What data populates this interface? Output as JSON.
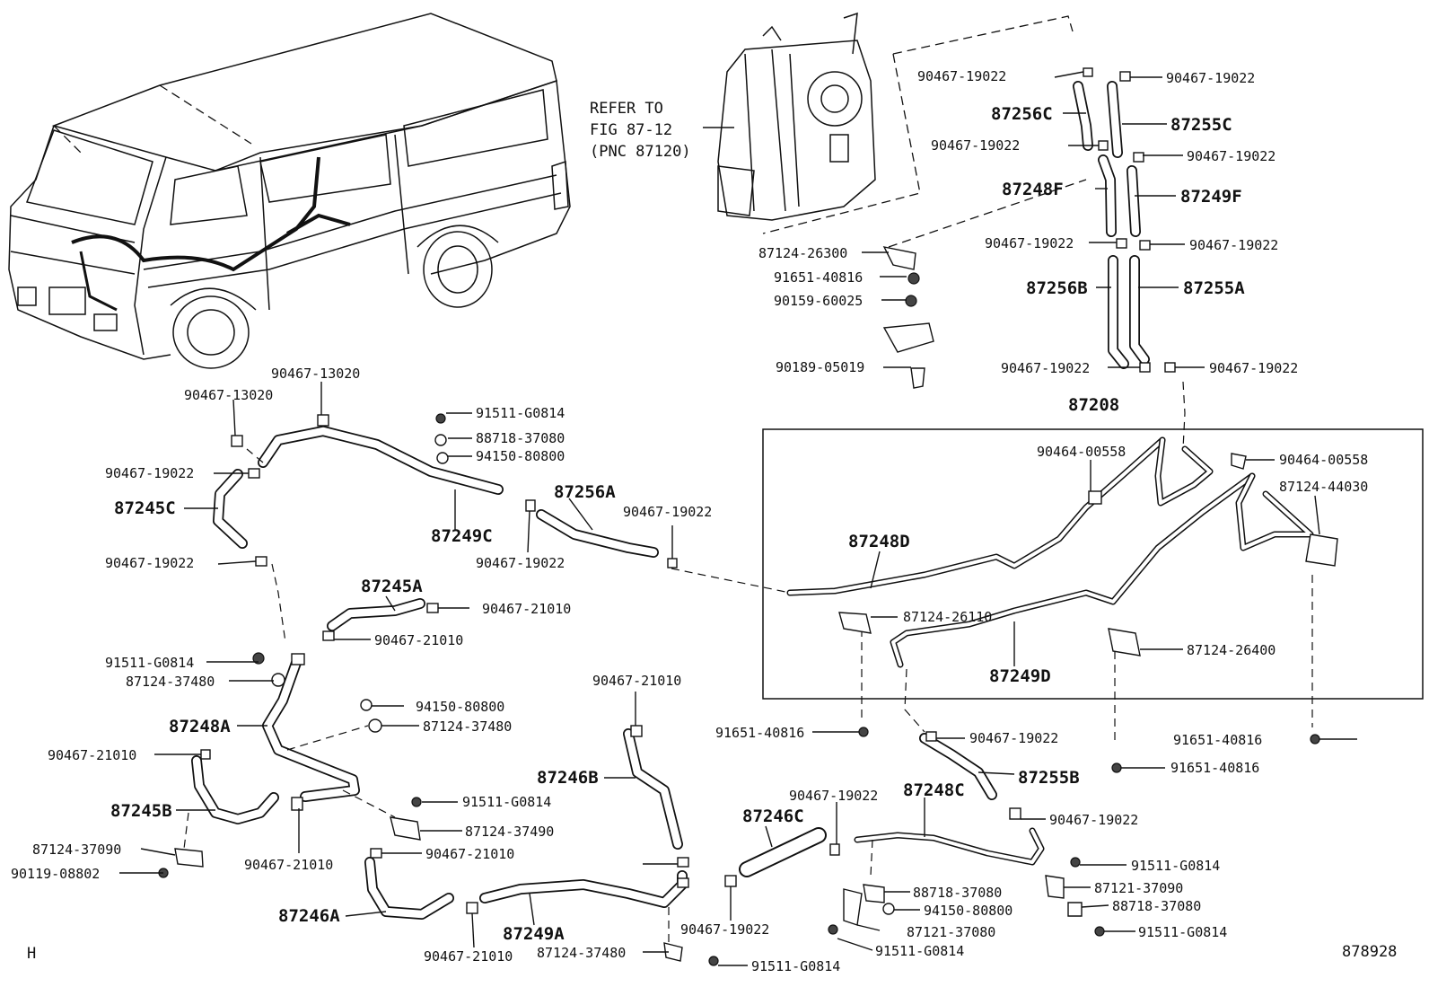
{
  "diagram": {
    "refer_note": [
      "REFER TO",
      "FIG 87-12",
      "(PNC 87120)"
    ],
    "corner_mark": "H",
    "figure_number": "878928",
    "callouts": [
      "90467-19022",
      "90467-19022",
      "87256C",
      "87255C",
      "90467-19022",
      "90467-19022",
      "87248F",
      "87249F",
      "87124-26300",
      "90467-19022",
      "90467-19022",
      "91651-40816",
      "87256B",
      "87255A",
      "90159-60025",
      "90189-05019",
      "90467-19022",
      "90467-19022",
      "90467-13020",
      "90467-13020",
      "87208",
      "91511-G0814",
      "88718-37080",
      "94150-80800",
      "90467-19022",
      "87245C",
      "87249C",
      "87256A",
      "90467-19022",
      "90464-00558",
      "90464-00558",
      "87124-44030",
      "90467-19022",
      "90467-19022",
      "87248D",
      "87245A",
      "90467-21010",
      "90467-21010",
      "87124-26110",
      "87124-26400",
      "87249D",
      "91511-G0814",
      "87124-37480",
      "90467-21010",
      "94150-80800",
      "87124-37480",
      "87248A",
      "91651-40816",
      "90467-19022",
      "91651-40816",
      "91651-40816",
      "90467-21010",
      "87246B",
      "87255B",
      "90467-19022",
      "87248C",
      "87245B",
      "87246C",
      "90467-19022",
      "91511-G0814",
      "87124-37490",
      "87124-37090",
      "90467-21010",
      "90119-08802",
      "90467-21010",
      "91511-G0814",
      "88718-37080",
      "87121-37090",
      "87246A",
      "94150-80800",
      "88718-37080",
      "90467-19022",
      "87249A",
      "87121-37080",
      "91511-G0814",
      "90467-21010",
      "87124-37480",
      "91511-G0814",
      "91511-G0814"
    ]
  }
}
